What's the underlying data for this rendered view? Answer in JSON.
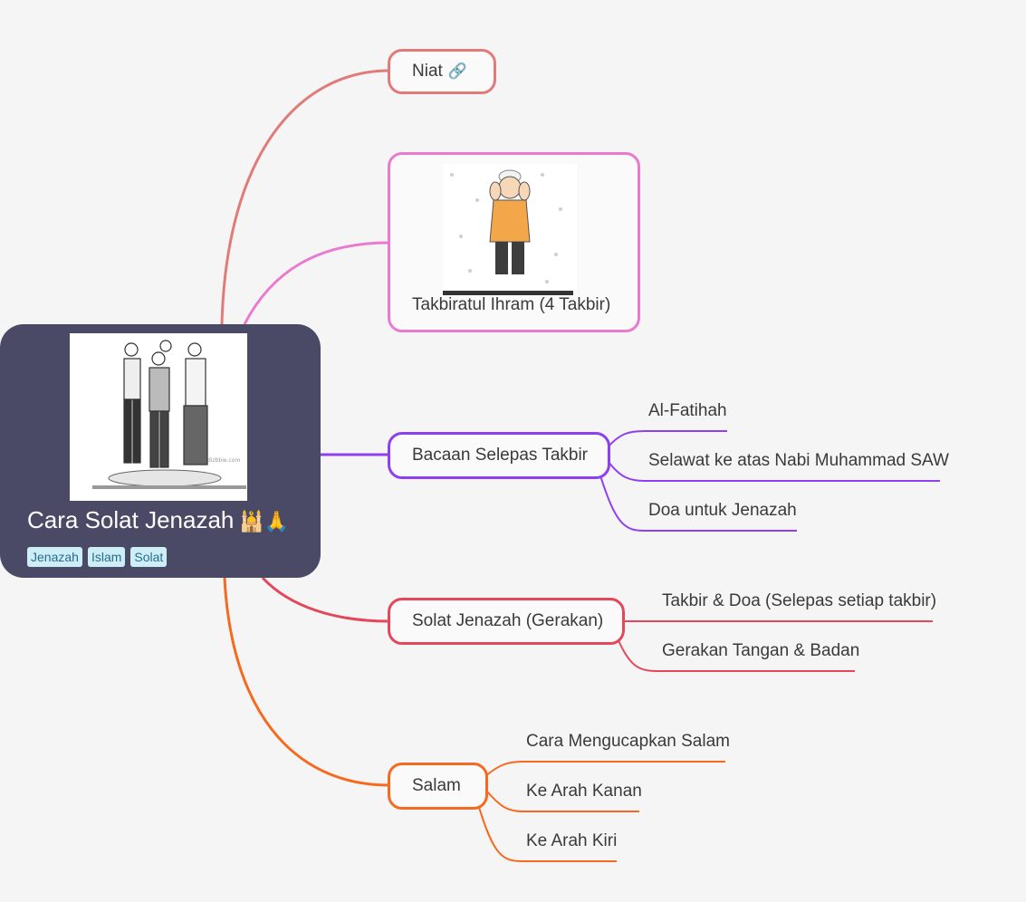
{
  "root": {
    "title": "Cara Solat Jenazah",
    "title_emoji": "🕌🙏",
    "tags": [
      "Jenazah",
      "Islam",
      "Solat"
    ],
    "image_watermark": "dizbbie.com"
  },
  "branches": [
    {
      "label": "Niat",
      "link_icon": "🔗",
      "color": "#e07b79",
      "children": []
    },
    {
      "label": "Takbiratul Ihram (4 Takbir)",
      "color": "#ea7ad0",
      "children": []
    },
    {
      "label": "Bacaan Selepas Takbir",
      "color": "#8e3ff0",
      "children": [
        "Al-Fatihah",
        "Selawat ke atas Nabi Muhammad SAW",
        "Doa untuk Jenazah"
      ]
    },
    {
      "label": "Solat Jenazah (Gerakan)",
      "color": "#e4475a",
      "children": [
        "Takbir & Doa (Selepas setiap takbir)",
        "Gerakan Tangan & Badan"
      ]
    },
    {
      "label": "Salam",
      "color": "#f56a1f",
      "children": [
        "Cara Mengucapkan Salam",
        "Ke Arah Kanan",
        "Ke Arah Kiri"
      ]
    }
  ]
}
